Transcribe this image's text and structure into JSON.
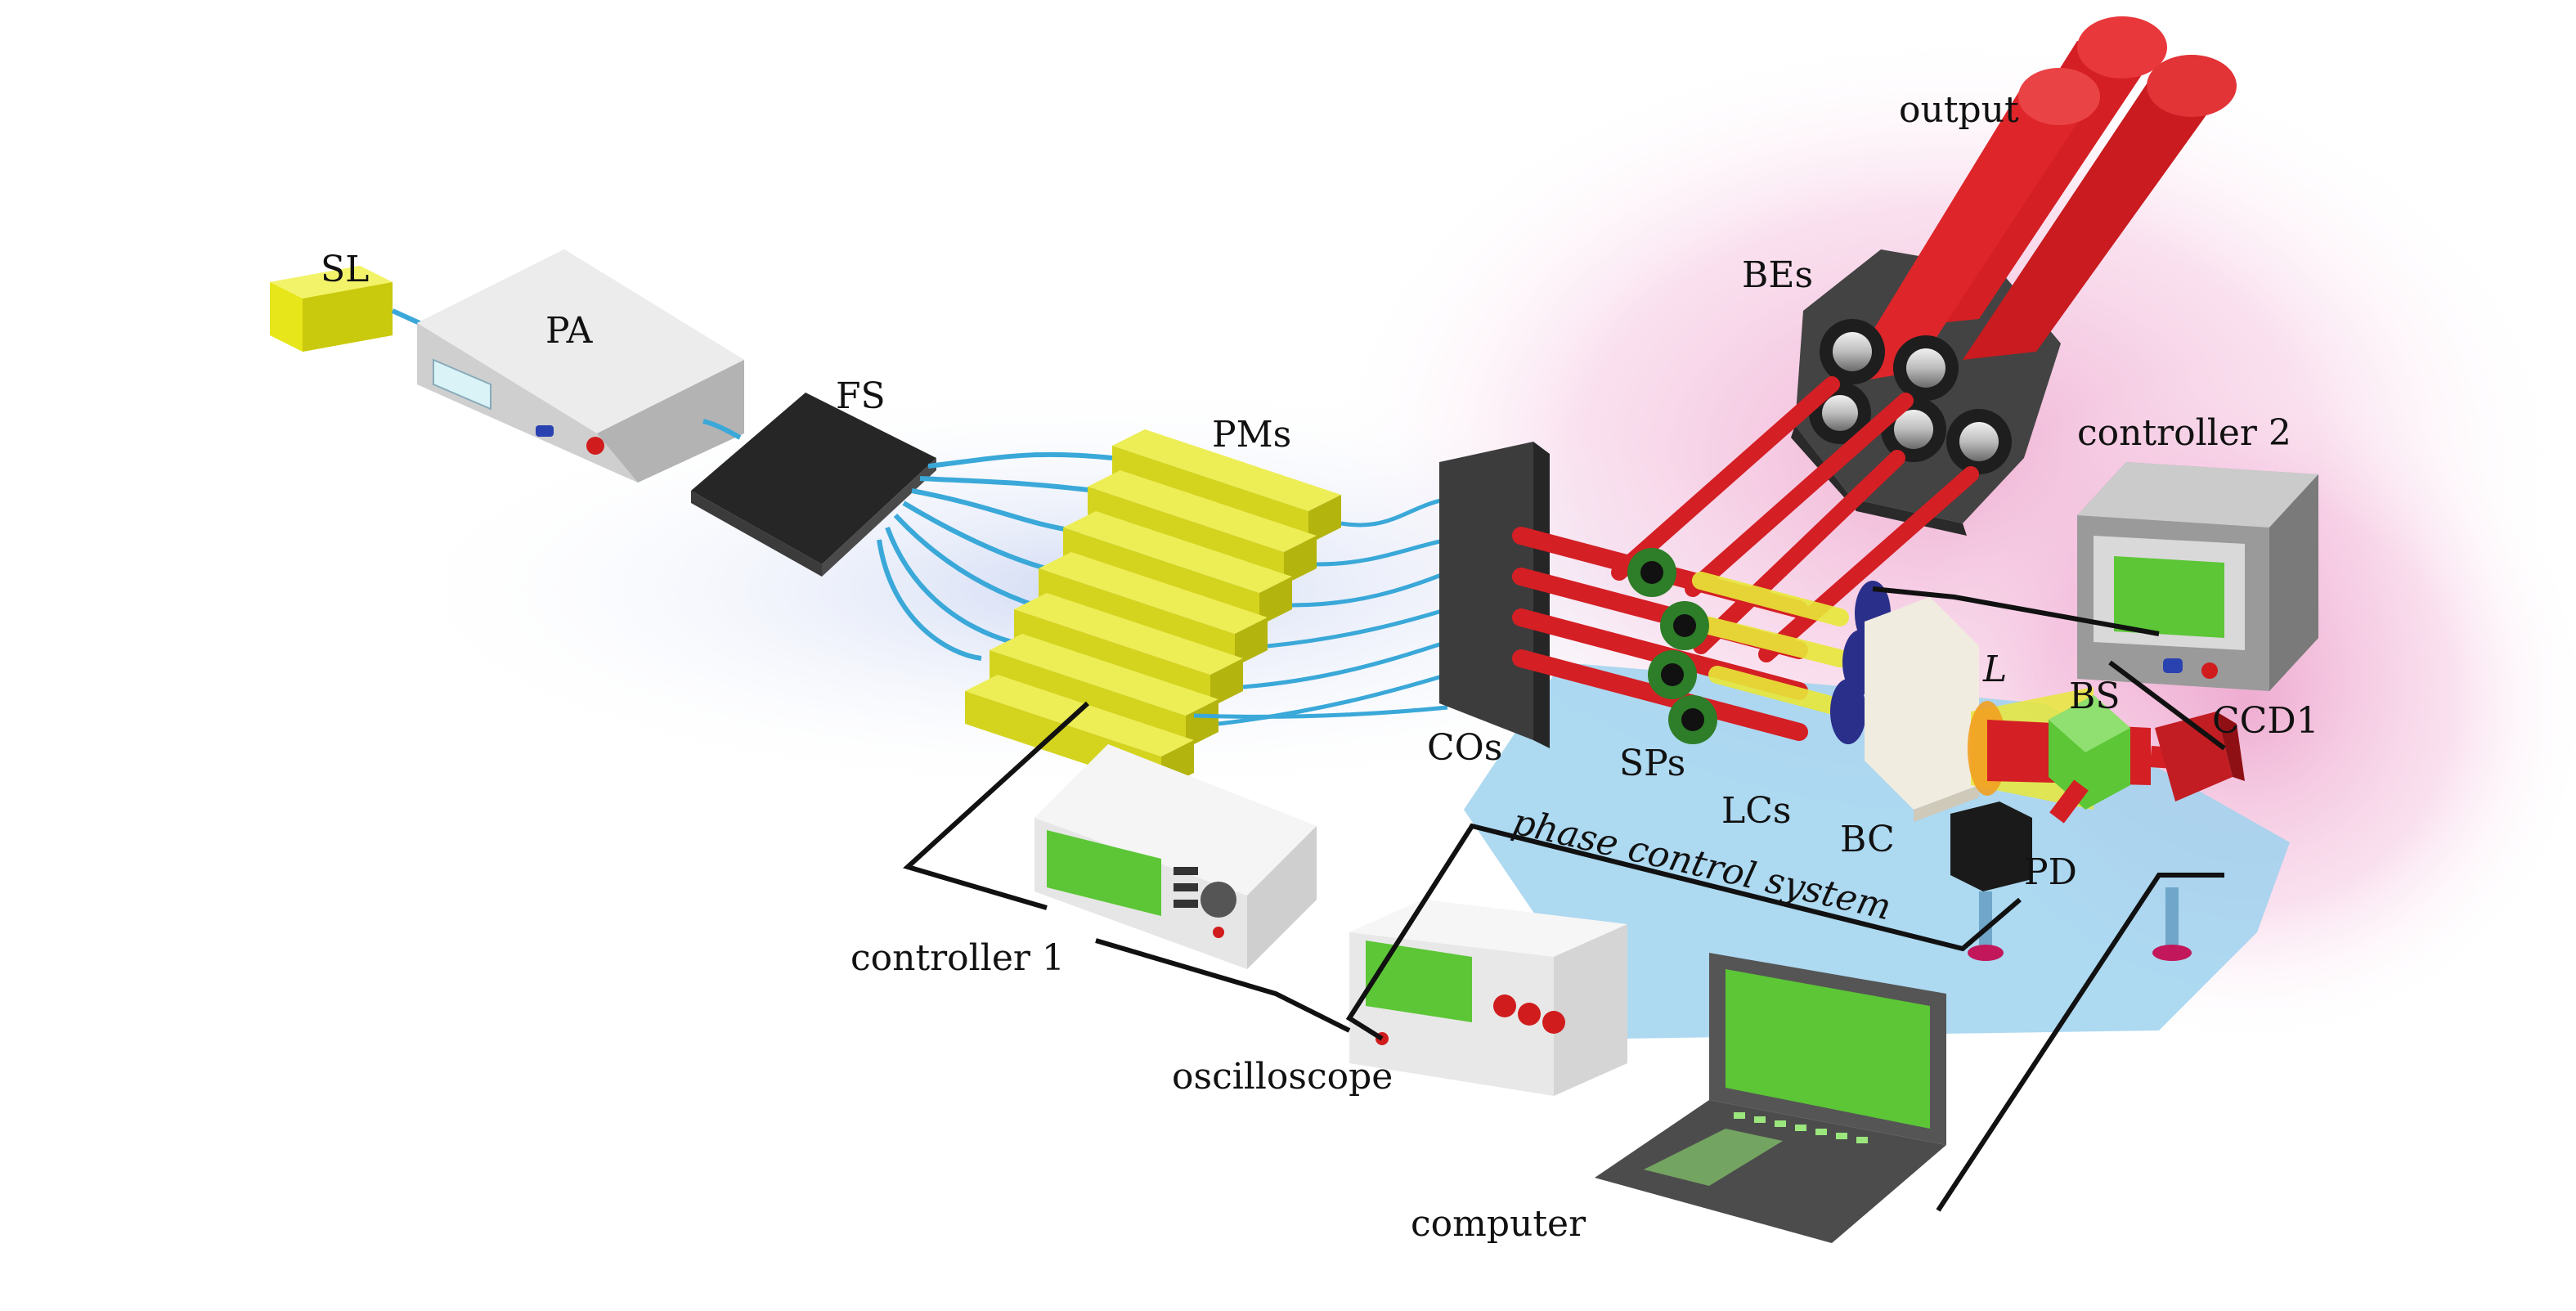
{
  "labels": {
    "sl": "SL",
    "pa": "PA",
    "fs": "FS",
    "pms": "PMs",
    "cos": "COs",
    "sps": "SPs",
    "lcs": "LCs",
    "bc": "BC",
    "bes": "BEs",
    "output": "output",
    "controller2": "controller 2",
    "l": "L",
    "bs": "BS",
    "ccd1": "CCD1",
    "pd": "PD",
    "phase_control_system": "phase control system",
    "controller1": "controller 1",
    "oscilloscope": "oscilloscope",
    "computer": "computer"
  },
  "colors": {
    "laser_beam": "#dd2226",
    "fiber": "#3aa8d8",
    "amplifier_body": "#d8d81e",
    "seed_laser": "#e6e61a",
    "splitter": "#2d2d2d",
    "mount_plate": "#3e3e3e",
    "screen": "#5cc636",
    "cable": "#111111",
    "table": "#9fd2ee",
    "backdrop": "#e98fbd"
  }
}
